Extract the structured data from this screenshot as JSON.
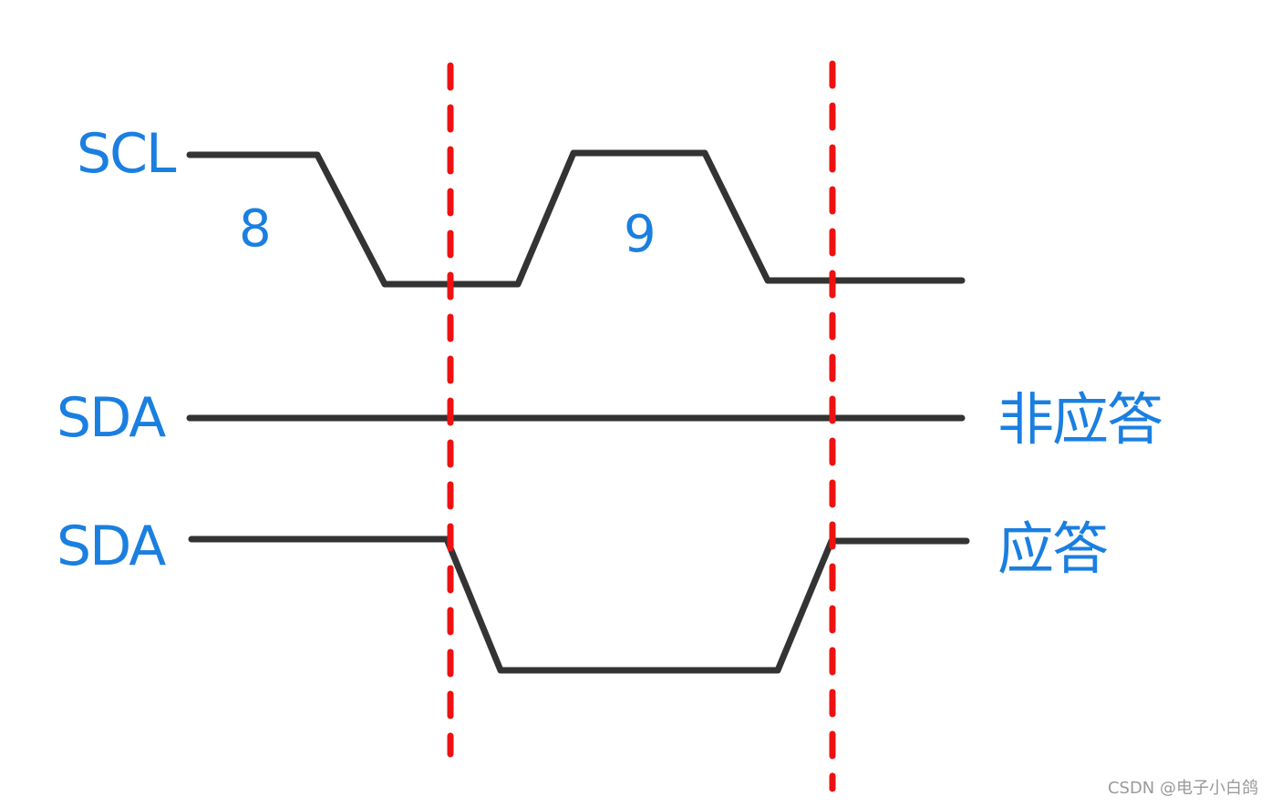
{
  "labels": {
    "scl": "SCL",
    "sda_nack": "SDA",
    "sda_ack": "SDA",
    "bit8": "8",
    "bit9": "9",
    "nack": "非应答",
    "ack": "应答"
  },
  "watermark": "CSDN @电子小白鸽",
  "colors": {
    "signal_line": "#333333",
    "boundary_line": "#ee1111",
    "label_text": "#1a7fe0",
    "watermark_text": "#9a9a9a"
  }
}
